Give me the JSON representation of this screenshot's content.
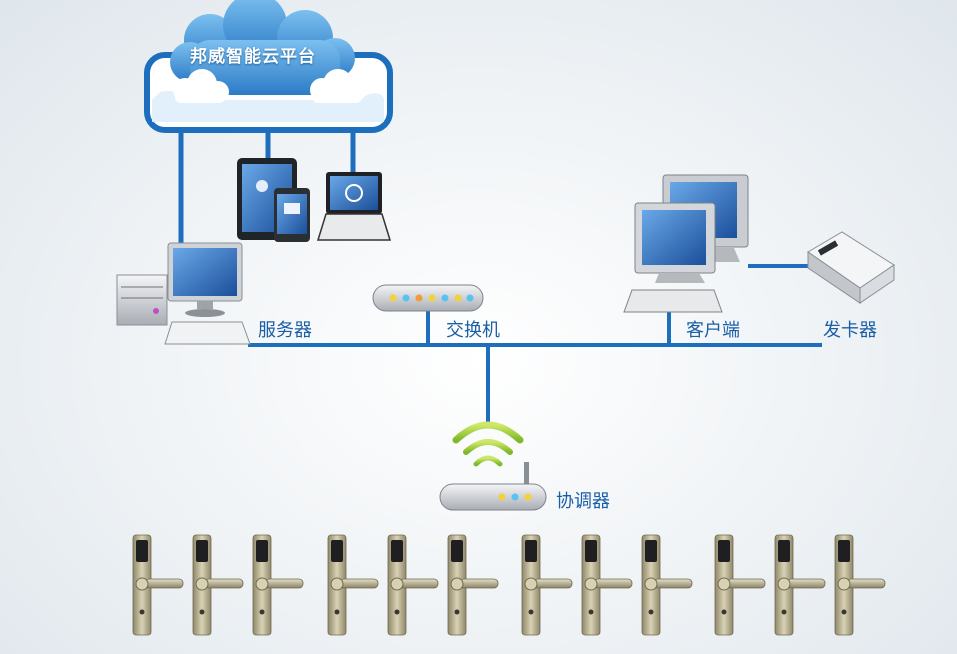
{
  "cloud": {
    "title": "邦威智能云平台"
  },
  "nodes": {
    "server": "服务器",
    "switch": "交换机",
    "client": "客户端",
    "card_issuer": "发卡器",
    "coordinator": "协调器"
  },
  "locks": {
    "count": 12
  },
  "colors": {
    "line": "#1d6fbe",
    "cloud": "#3a8fd6",
    "label": "#1a5ea8",
    "lock_body": "#b9b08f"
  }
}
